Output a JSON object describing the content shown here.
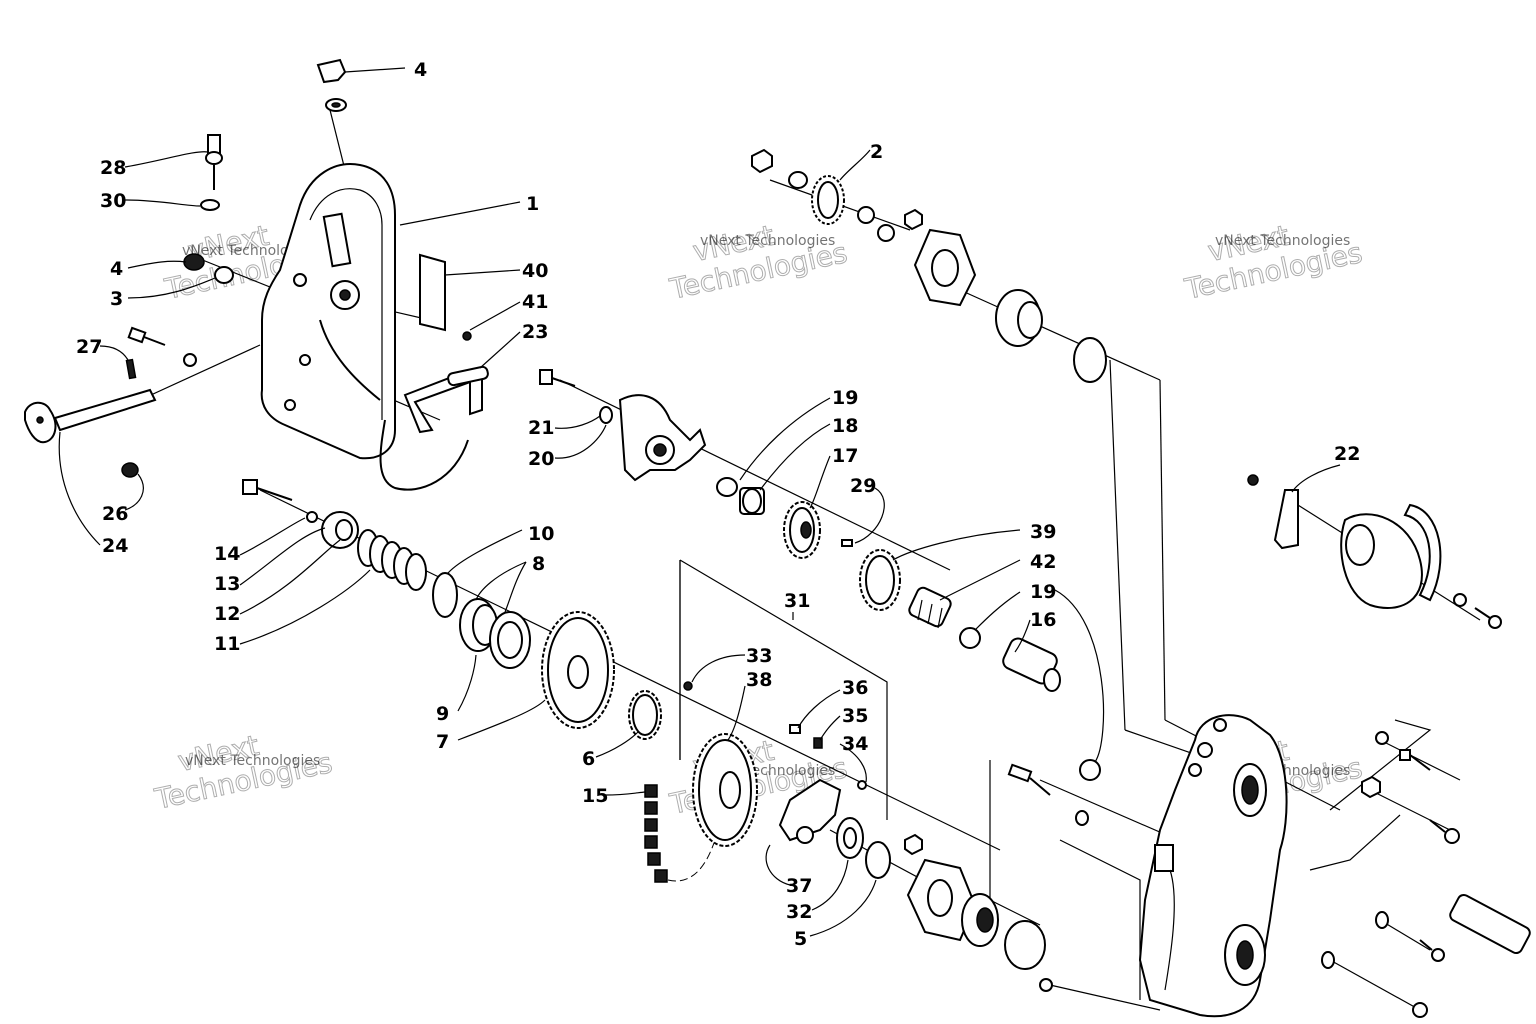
{
  "watermark": {
    "small": "vNext Technologies",
    "big_line1": "vNext",
    "big_line2": "Technologies"
  },
  "callouts": {
    "c1": "1",
    "c2": "2",
    "c3": "3",
    "c4a": "4",
    "c4b": "4",
    "c5": "5",
    "c6": "6",
    "c7": "7",
    "c8": "8",
    "c9": "9",
    "c10": "10",
    "c11": "11",
    "c12": "12",
    "c13": "13",
    "c14": "14",
    "c15": "15",
    "c16": "16",
    "c17": "17",
    "c18": "18",
    "c19a": "19",
    "c19b": "19",
    "c20": "20",
    "c21": "21",
    "c22": "22",
    "c23": "23",
    "c24": "24",
    "c26": "26",
    "c27": "27",
    "c28": "28",
    "c29": "29",
    "c30": "30",
    "c31": "31",
    "c32": "32",
    "c33": "33",
    "c34": "34",
    "c35": "35",
    "c36": "36",
    "c37": "37",
    "c38": "38",
    "c39": "39",
    "c40": "40",
    "c41": "41",
    "c42": "42"
  }
}
